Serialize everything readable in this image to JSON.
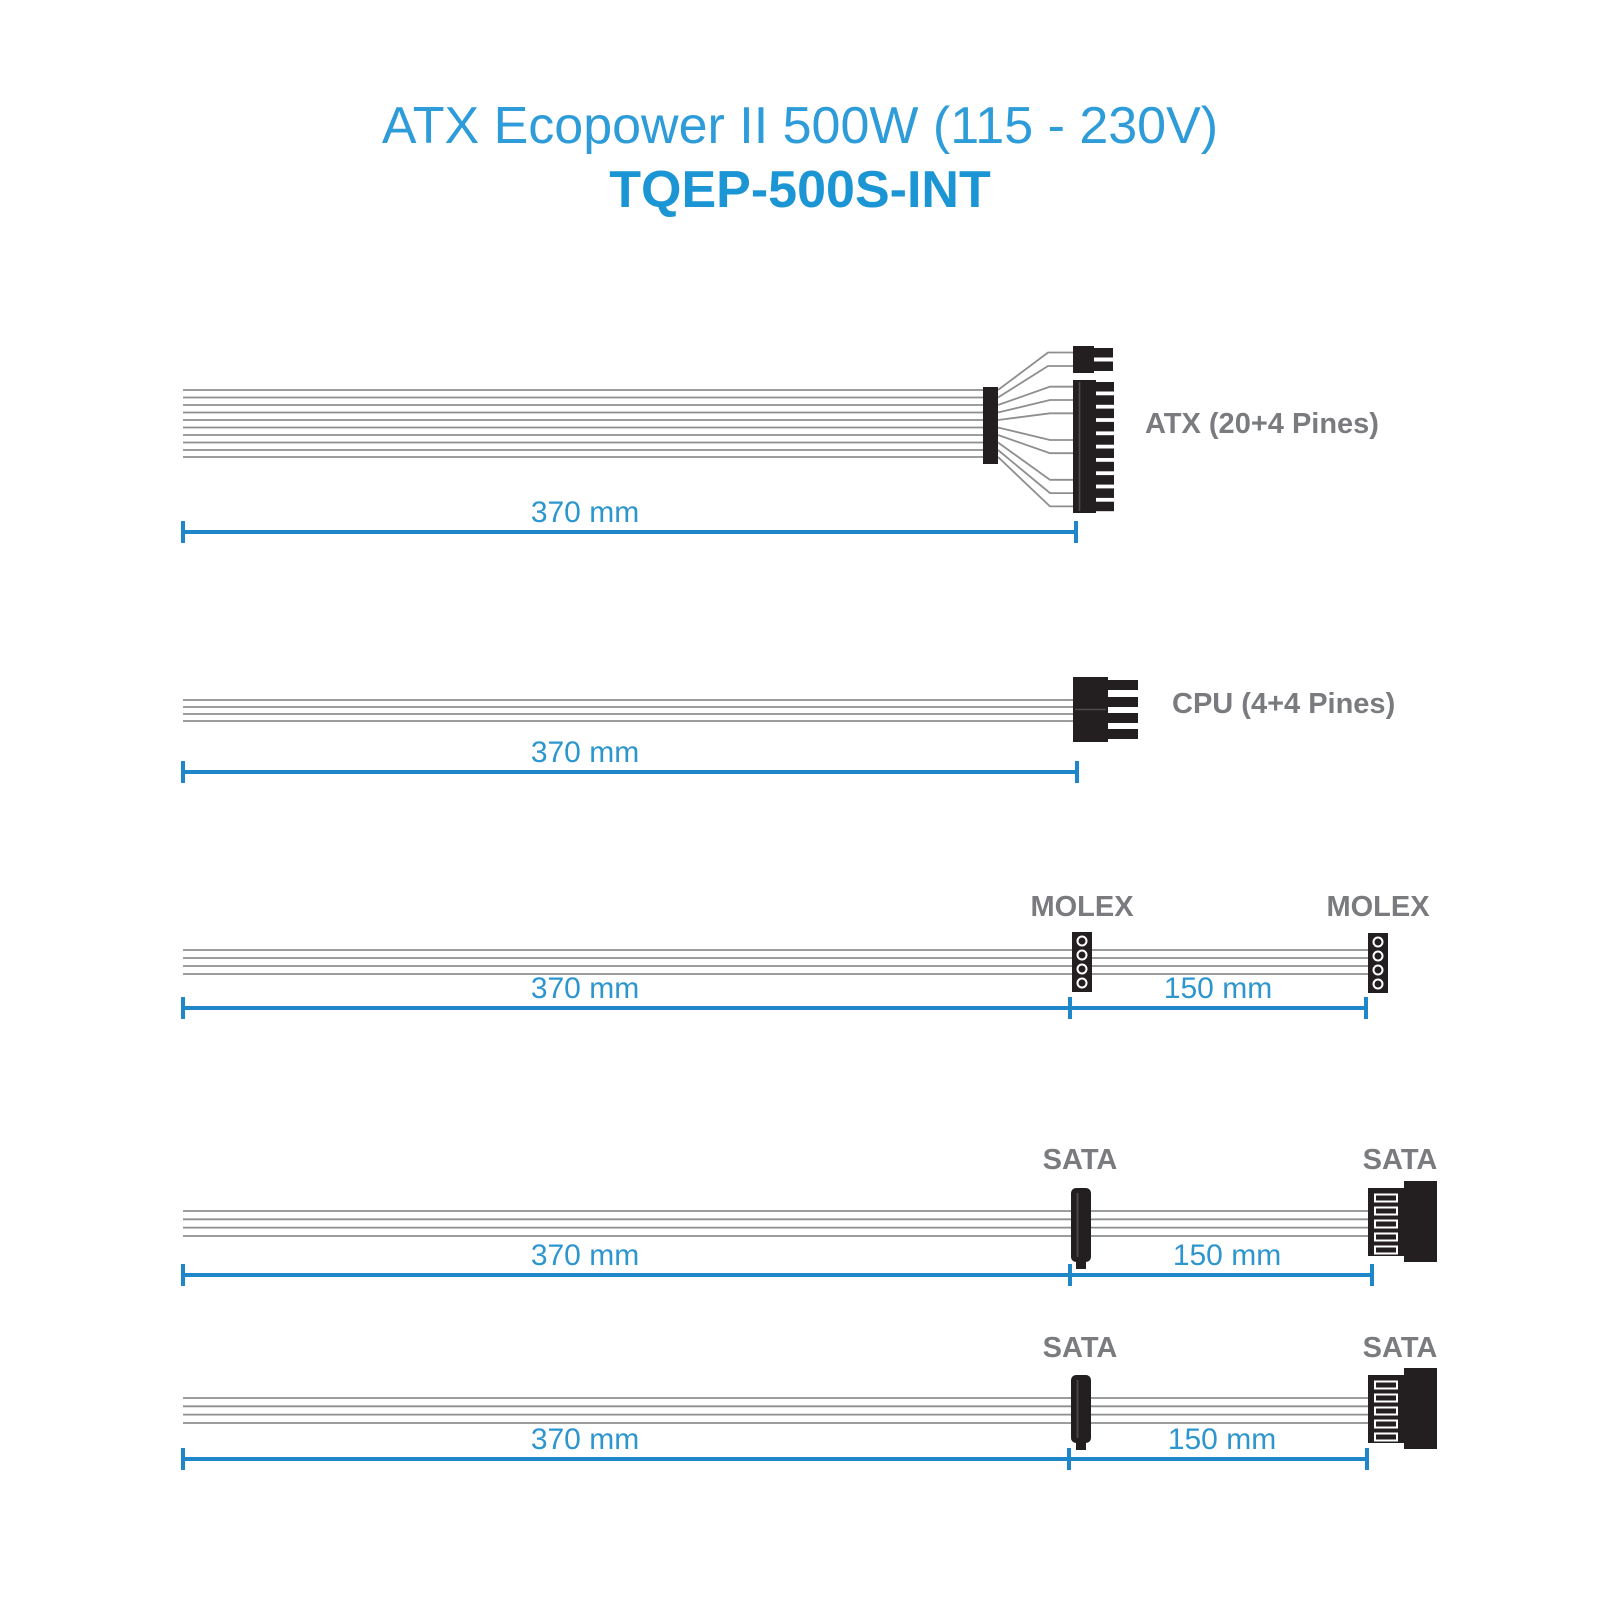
{
  "title": {
    "line1": "ATX Ecopower II 500W (115 - 230V)",
    "line2": "TQEP-500S-INT"
  },
  "colors": {
    "title_blue": "#2e9cd8",
    "dimension_blue": "#1f86c9",
    "dimension_text_blue": "#2e96cf",
    "label_gray": "#7a7b7e",
    "wire_gray": "#8e8e8e",
    "connector_black": "#231f20"
  },
  "cables": [
    {
      "name": "atx",
      "label": "ATX (20+4 Pines)",
      "segments": [
        {
          "length": "370 mm"
        }
      ]
    },
    {
      "name": "cpu",
      "label": "CPU (4+4 Pines)",
      "segments": [
        {
          "length": "370 mm"
        }
      ]
    },
    {
      "name": "molex",
      "connector_labels": [
        "MOLEX",
        "MOLEX"
      ],
      "segments": [
        {
          "length": "370 mm"
        },
        {
          "length": "150 mm"
        }
      ]
    },
    {
      "name": "sata-1",
      "connector_labels": [
        "SATA",
        "SATA"
      ],
      "segments": [
        {
          "length": "370 mm"
        },
        {
          "length": "150 mm"
        }
      ]
    },
    {
      "name": "sata-2",
      "connector_labels": [
        "SATA",
        "SATA"
      ],
      "segments": [
        {
          "length": "370 mm"
        },
        {
          "length": "150 mm"
        }
      ]
    }
  ]
}
